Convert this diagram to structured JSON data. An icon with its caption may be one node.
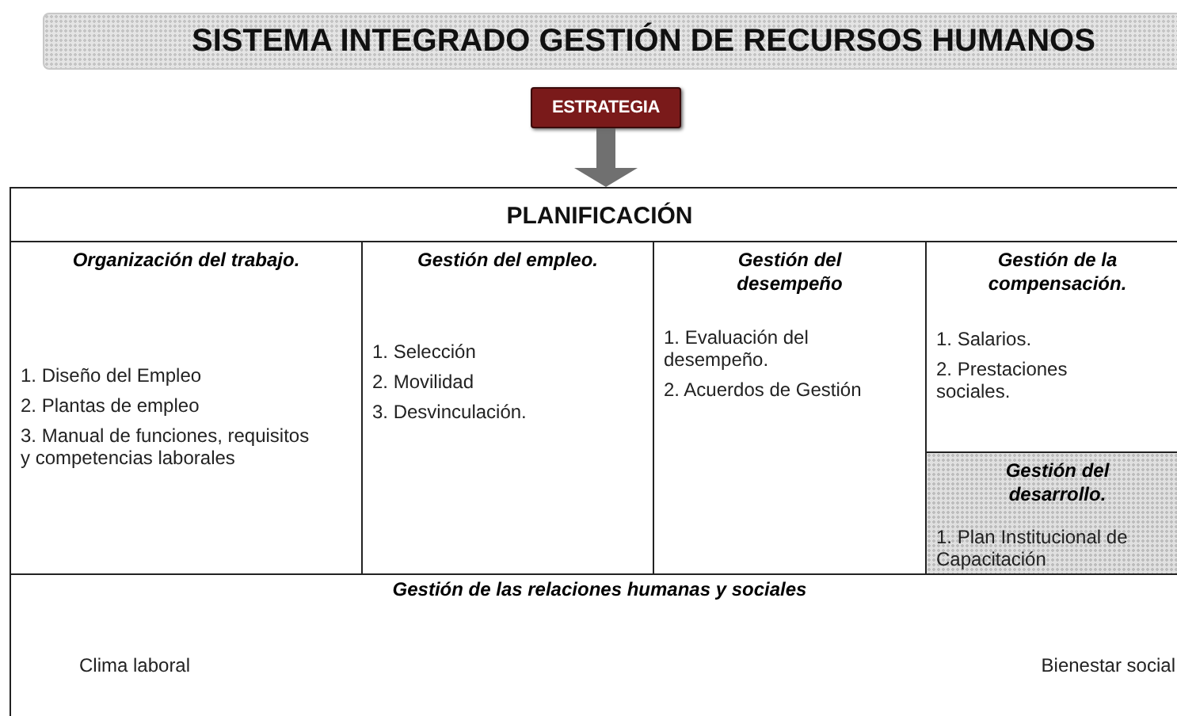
{
  "diagram": {
    "title": "SISTEMA INTEGRADO GESTIÓN DE RECURSOS HUMANOS",
    "nodes": [
      {
        "text": [
          "ESTRATEGIA"
        ]
      },
      {
        "text": [
          "PLANIFICACIÓN"
        ]
      },
      {
        "text": [
          "Organización del trabajo.",
          "1. Diseño del Empleo",
          "2. Plantas de empleo",
          "3. Manual de funciones, requisitos y competencias laborales"
        ]
      },
      {
        "text": [
          "Gestión del empleo.",
          "1. Selección",
          "2. Movilidad",
          "3. Desvinculación."
        ]
      },
      {
        "text": [
          "Gestión del desempeño",
          "1. Evaluación del desempeño.",
          "2. Acuerdos de Gestión"
        ]
      },
      {
        "text": [
          "Gestión de la compensación.",
          "1. Salarios.",
          "2. Prestaciones sociales."
        ]
      },
      {
        "text": [
          "Gestión del desarrollo.",
          "1. Plan Institucional de Capacitación"
        ]
      },
      {
        "text": [
          "Gestión de las relaciones humanas y sociales",
          "Clima laboral",
          "Bienestar social"
        ]
      }
    ],
    "edges": [
      {
        "from": 0,
        "to": 1,
        "arrow": "to"
      }
    ]
  }
}
